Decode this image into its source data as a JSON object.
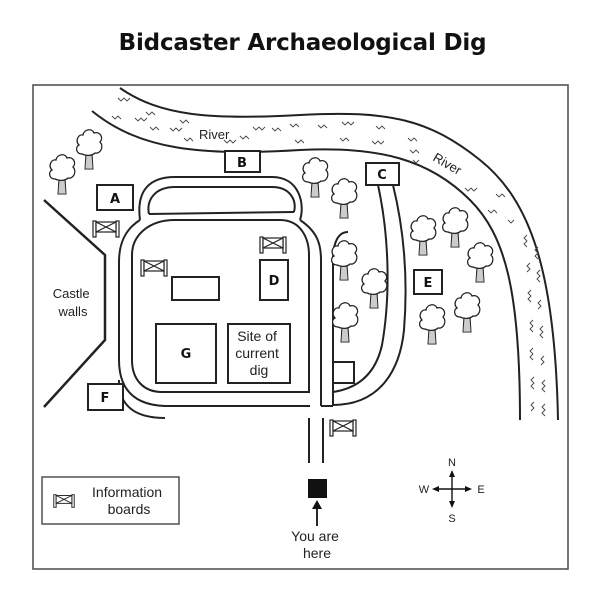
{
  "title": "Bidcaster Archaeological Dig",
  "map": {
    "river_label_top": "River",
    "river_label_right": "River",
    "castle_walls_label": [
      "Castle",
      "walls"
    ],
    "locations": [
      {
        "id": "A",
        "label": "A"
      },
      {
        "id": "B",
        "label": "B"
      },
      {
        "id": "C",
        "label": "C"
      },
      {
        "id": "D",
        "label": "D"
      },
      {
        "id": "E",
        "label": "E"
      },
      {
        "id": "F",
        "label": "F"
      },
      {
        "id": "G",
        "label": "G"
      }
    ],
    "site_of_current_dig": [
      "Site of",
      "current",
      "dig"
    ],
    "you_are_here": [
      "You are",
      "here"
    ],
    "compass": {
      "n": "N",
      "s": "S",
      "e": "E",
      "w": "W"
    },
    "legend": {
      "icon": "information-board-icon",
      "label": [
        "Information",
        "boards"
      ]
    },
    "colors": {
      "ink": "#222222",
      "background": "#ffffff",
      "marker": "#111111"
    }
  }
}
